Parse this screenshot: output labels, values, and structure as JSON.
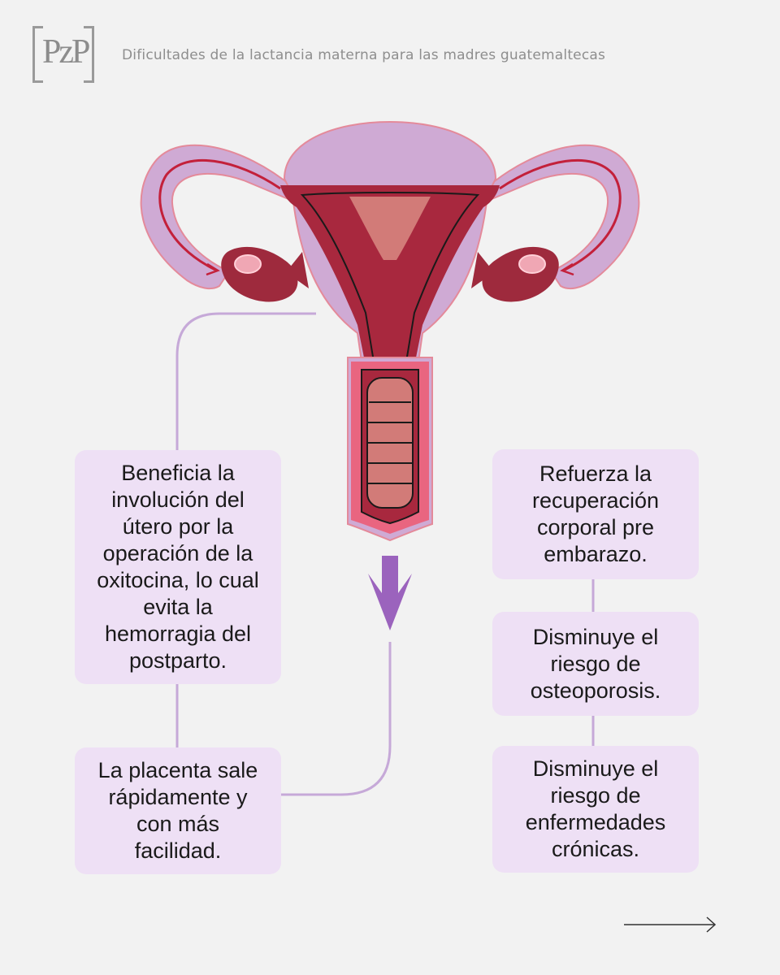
{
  "header": {
    "logo_letters": "PzP",
    "title": "Dificultades de la lactancia materna para las madres guatemaltecas"
  },
  "benefits": {
    "involution": "Beneficia la involución del útero por la operación de la oxitocina, lo cual evita la hemorragia del postparto.",
    "placenta": "La placenta sale rápidamente y con más facilidad.",
    "recovery": "Refuerza la recuperación corporal pre embarazo.",
    "osteoporosis": "Disminuye el riesgo de osteoporosis.",
    "chronic": "Disminuye el riesgo de enfermedades crónicas."
  },
  "colors": {
    "background": "#f2f2f2",
    "box_fill": "#eee0f5",
    "connector": "#c6a9d8",
    "arrow": "#9b63bd",
    "uterus_outer": "#cfaad4",
    "uterus_red": "#a8283e",
    "uterus_inner": "#d27b78"
  },
  "icons": {
    "down_arrow": "arrow-down-icon",
    "next": "arrow-right-icon"
  }
}
